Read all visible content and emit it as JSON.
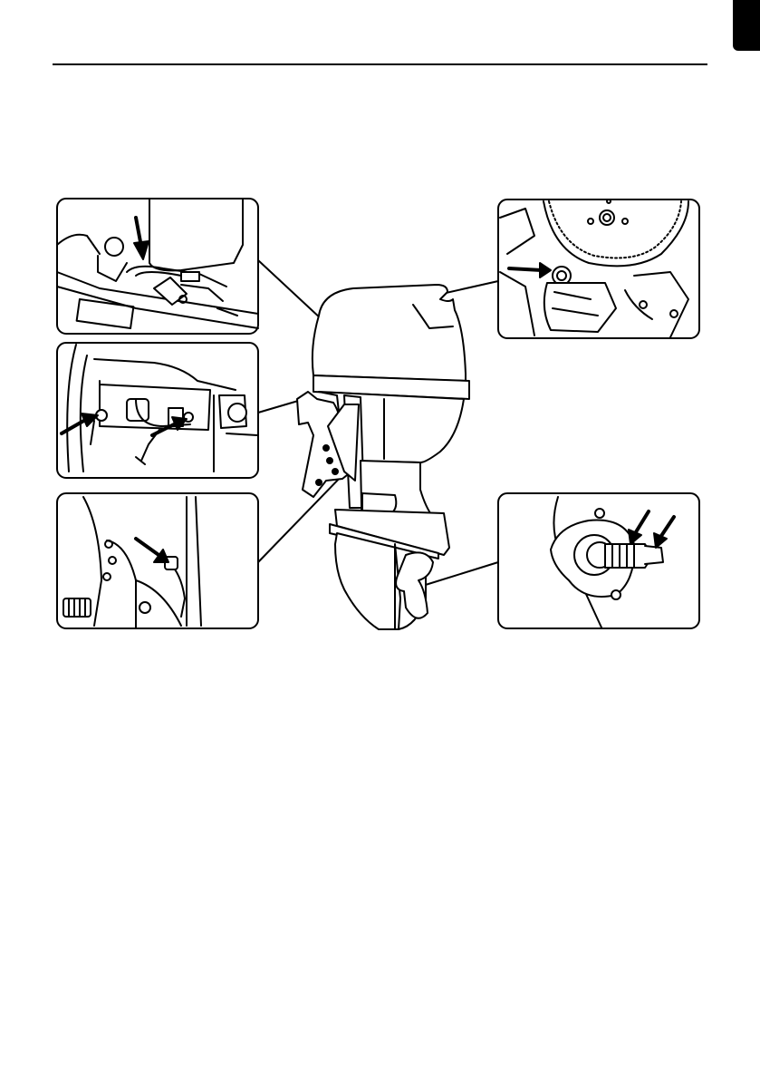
{
  "page": {
    "colors": {
      "ink": "#000000",
      "paper": "#ffffff"
    }
  },
  "figure": {
    "detail_views": [
      {
        "id": "engine-wiring",
        "icon": "wiring-connector-icon"
      },
      {
        "id": "starter-gear",
        "icon": "flywheel-gear-icon"
      },
      {
        "id": "bracket-grease",
        "icon": "grease-nipple-icon"
      },
      {
        "id": "mount-grease",
        "icon": "grease-nipple-icon"
      },
      {
        "id": "propeller-shaft",
        "icon": "prop-shaft-splines-icon"
      }
    ],
    "arrows_count": 7
  }
}
